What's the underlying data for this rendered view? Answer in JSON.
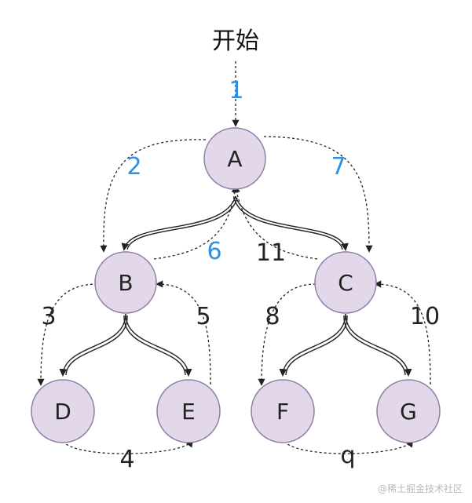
{
  "start_label": "开始",
  "watermark": "@稀土掘金技术社区",
  "colors": {
    "node_fill": "#e3d8ea",
    "node_stroke": "#8e7fa6",
    "edge": "#222222",
    "step_blue": "#2f8fe6",
    "step_black": "#222222"
  },
  "nodes": [
    {
      "id": "A",
      "label": "A"
    },
    {
      "id": "B",
      "label": "B"
    },
    {
      "id": "C",
      "label": "C"
    },
    {
      "id": "D",
      "label": "D"
    },
    {
      "id": "E",
      "label": "E"
    },
    {
      "id": "F",
      "label": "F"
    },
    {
      "id": "G",
      "label": "G"
    }
  ],
  "tree_edges": [
    {
      "from": "A",
      "to": "B"
    },
    {
      "from": "A",
      "to": "C"
    },
    {
      "from": "B",
      "to": "D"
    },
    {
      "from": "B",
      "to": "E"
    },
    {
      "from": "C",
      "to": "F"
    },
    {
      "from": "C",
      "to": "G"
    }
  ],
  "traversal_steps": [
    {
      "label": "1",
      "from": "start",
      "to": "A",
      "color": "blue"
    },
    {
      "label": "2",
      "from": "A",
      "to": "B",
      "color": "blue"
    },
    {
      "label": "3",
      "from": "B",
      "to": "D",
      "color": "black"
    },
    {
      "label": "4",
      "from": "D",
      "to": "E",
      "color": "black"
    },
    {
      "label": "5",
      "from": "E",
      "to": "B",
      "color": "black"
    },
    {
      "label": "6",
      "from": "B",
      "to": "A",
      "color": "blue"
    },
    {
      "label": "7",
      "from": "A",
      "to": "C",
      "color": "blue"
    },
    {
      "label": "8",
      "from": "C",
      "to": "F",
      "color": "black"
    },
    {
      "label": "q",
      "from": "F",
      "to": "G",
      "color": "black"
    },
    {
      "label": "10",
      "from": "G",
      "to": "C",
      "color": "black"
    },
    {
      "label": "11",
      "from": "C",
      "to": "A",
      "color": "black"
    }
  ]
}
